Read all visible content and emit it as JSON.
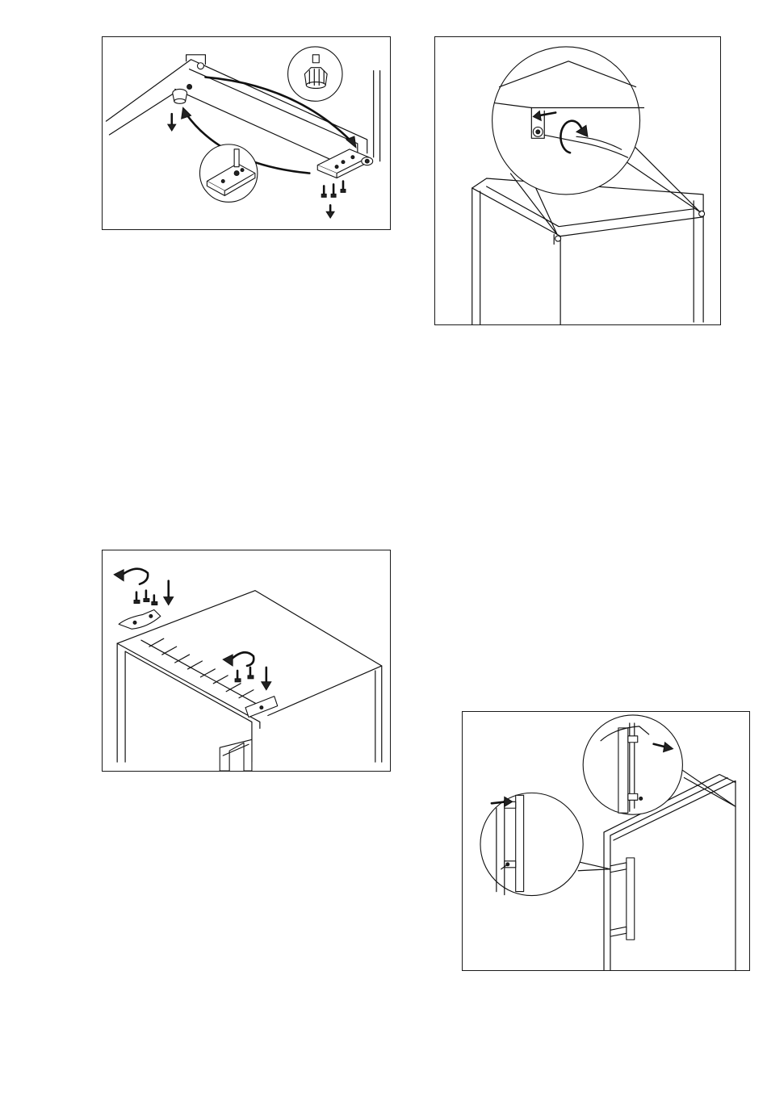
{
  "figures": [
    {
      "id": "fig1",
      "icons": [
        "cabinet-bottom-view",
        "adjustable-foot",
        "bottom-hinge",
        "screws",
        "arrow-down"
      ]
    },
    {
      "id": "fig2",
      "icons": [
        "cabinet-top-view",
        "magnifier-callout",
        "screw",
        "rotate-arrow",
        "arrow-left"
      ]
    },
    {
      "id": "fig3",
      "icons": [
        "cabinet-top-hinge",
        "screws",
        "rotate-arrow",
        "arrow-down",
        "hinge-cover"
      ]
    },
    {
      "id": "fig4",
      "icons": [
        "door-with-handle",
        "magnifier-callout",
        "screw",
        "arrow-right"
      ]
    }
  ]
}
